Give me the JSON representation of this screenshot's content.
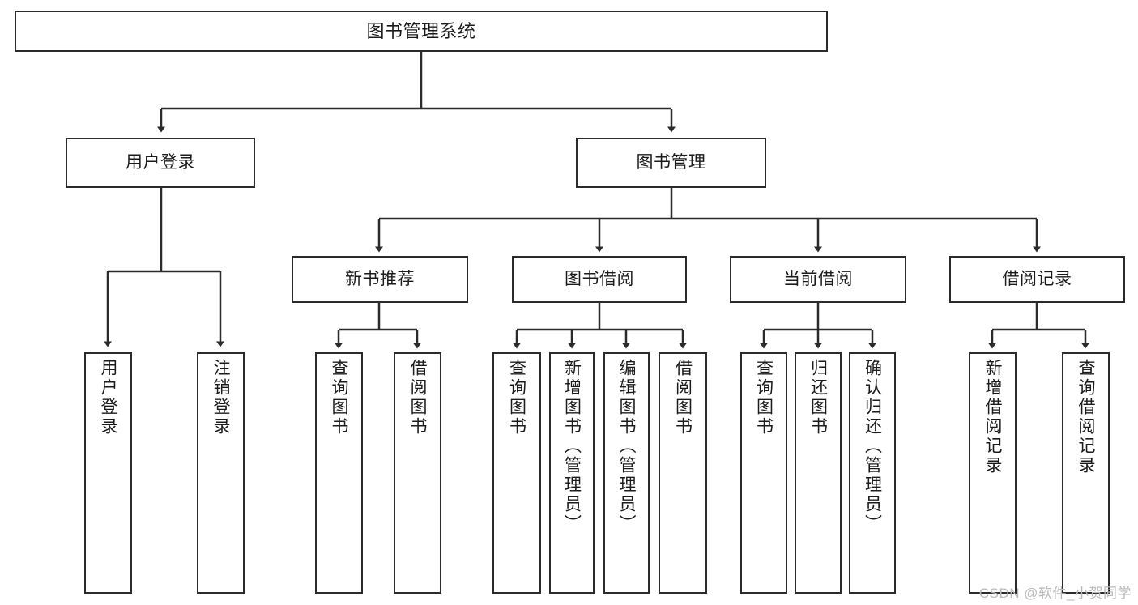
{
  "diagram": {
    "type": "tree",
    "title": "图书管理系统",
    "watermark": "CSDN @软件_小贺同学",
    "root": {
      "id": "root",
      "label": "图书管理系统"
    },
    "level1": [
      {
        "id": "user-login",
        "label": "用户登录"
      },
      {
        "id": "book-manage",
        "label": "图书管理"
      }
    ],
    "level2": [
      {
        "id": "new-book-recommend",
        "label": "新书推荐",
        "parent": "book-manage"
      },
      {
        "id": "book-borrow",
        "label": "图书借阅",
        "parent": "book-manage"
      },
      {
        "id": "current-borrow",
        "label": "当前借阅",
        "parent": "book-manage"
      },
      {
        "id": "borrow-record",
        "label": "借阅记录",
        "parent": "book-manage"
      }
    ],
    "leaves": {
      "user_login": [
        {
          "id": "leaf-user-login",
          "label": "用户登录"
        },
        {
          "id": "leaf-user-logout",
          "label": "注销登录"
        }
      ],
      "new_book_recommend": [
        {
          "id": "leaf-query-book-1",
          "label": "查询图书"
        },
        {
          "id": "leaf-borrow-book-1",
          "label": "借阅图书"
        }
      ],
      "book_borrow": [
        {
          "id": "leaf-query-book-2",
          "label": "查询图书"
        },
        {
          "id": "leaf-add-book",
          "label": "新增图书（管理员）"
        },
        {
          "id": "leaf-edit-book",
          "label": "编辑图书（管理员）"
        },
        {
          "id": "leaf-borrow-book-2",
          "label": "借阅图书"
        }
      ],
      "current_borrow": [
        {
          "id": "leaf-query-book-3",
          "label": "查询图书"
        },
        {
          "id": "leaf-return-book",
          "label": "归还图书"
        },
        {
          "id": "leaf-confirm-return",
          "label": "确认归还（管理员）"
        }
      ],
      "borrow_record": [
        {
          "id": "leaf-add-record",
          "label": "新增借阅记录"
        },
        {
          "id": "leaf-query-record",
          "label": "查询借阅记录"
        }
      ]
    },
    "colors": {
      "stroke": "#2b2b2b",
      "fill": "#ffffff",
      "text": "#1b1b1b",
      "watermark": "#b9b9b9"
    }
  }
}
